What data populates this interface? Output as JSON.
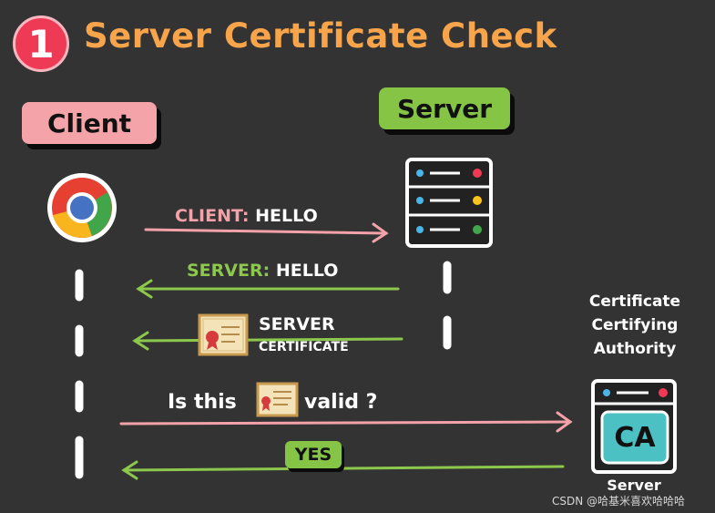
{
  "title": {
    "number": "1",
    "text": "Server Certificate Check"
  },
  "actors": {
    "client": "Client",
    "server": "Server"
  },
  "messages": {
    "m1_from": "CLIENT:",
    "m1_text": "HELLO",
    "m2_from": "SERVER:",
    "m2_text": "HELLO",
    "m3_line1": "SERVER",
    "m3_line2": "CERTIFICATE",
    "m4_pre": "Is this",
    "m4_post": "valid ?",
    "m5": "YES"
  },
  "ca": {
    "title_line1": "Certificate",
    "title_line2": "Certifying",
    "title_line3": "Authority",
    "box_text": "CA",
    "caption": "Server"
  },
  "footer": "CSDN @哈基米喜欢哈哈哈",
  "colors": {
    "background": "#333333",
    "title": "#f7a44a",
    "client": "#f4a3a8",
    "server": "#86c446",
    "badge": "#ef3a55",
    "ca_screen": "#4bc1c3"
  }
}
